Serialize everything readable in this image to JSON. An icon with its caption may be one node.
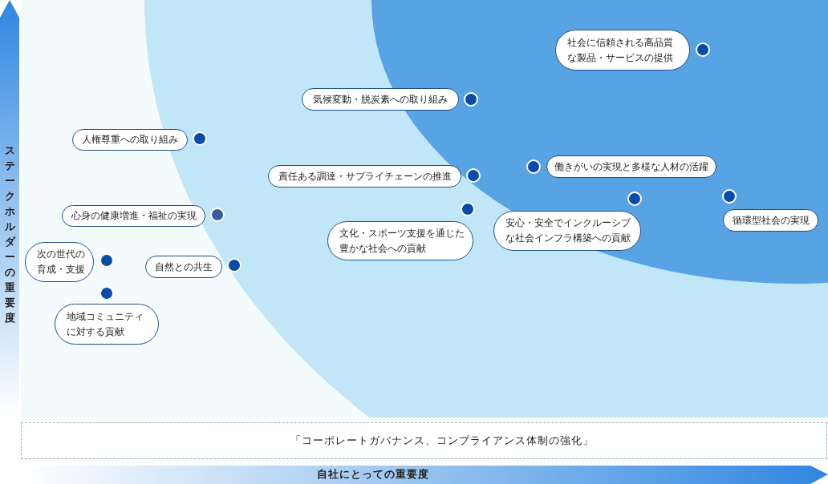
{
  "diagram": {
    "nodes": [
      {
        "text": [
          "社会に信頼される高品質な製品・サービスの提供"
        ]
      },
      {
        "text": [
          "気候変動・脱炭素への取り組み"
        ]
      },
      {
        "text": [
          "人権尊重への取り組み"
        ]
      },
      {
        "text": [
          "責任ある調達・サプライチェーンの推進"
        ]
      },
      {
        "text": [
          "働きがいの実現と多様な人材の活躍"
        ]
      },
      {
        "text": [
          "心身の健康増進・福祉の実現"
        ]
      },
      {
        "text": [
          "循環型社会の実現"
        ]
      },
      {
        "text": [
          "安心・安全でインクルーシブな社会インフラ構築への貢献"
        ]
      },
      {
        "text": [
          "文化・スポーツ支援を通じた豊かな社会への貢献"
        ]
      },
      {
        "text": [
          "次の世代の育成・支援"
        ]
      },
      {
        "text": [
          "自然との共生"
        ]
      },
      {
        "text": [
          "地域コミュニティに対する貢献"
        ]
      },
      {
        "text": [
          "「コーポレートガバナンス、コンプライアンス体制の強化」"
        ]
      }
    ],
    "labels": [
      "ステークホルダーの重要度",
      "自社にとっての重要度"
    ]
  }
}
